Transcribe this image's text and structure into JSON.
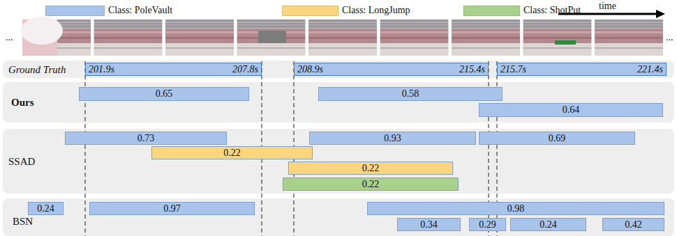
{
  "diagram": {
    "nodes": [
      {
        "text": [
          "Ground Truth"
        ]
      },
      {
        "text": [
          "201.9s",
          "207.8s"
        ],
        "in": 0
      },
      {
        "text": [
          "208.9s",
          "215.4s"
        ],
        "in": 0
      },
      {
        "text": [
          "215.7s",
          "221.4s"
        ],
        "in": 0
      },
      {
        "text": [
          "Ours"
        ]
      },
      {
        "text": [
          "0.65"
        ],
        "in": 4
      },
      {
        "text": [
          "0.58"
        ],
        "in": 4
      },
      {
        "text": [
          "0.64"
        ],
        "in": 4
      },
      {
        "text": [
          "SSAD"
        ]
      },
      {
        "text": [
          "0.73"
        ],
        "in": 8
      },
      {
        "text": [
          "0.93"
        ],
        "in": 8
      },
      {
        "text": [
          "0.69"
        ],
        "in": 8
      },
      {
        "text": [
          "0.22"
        ],
        "in": 8
      },
      {
        "text": [
          "0.22"
        ],
        "in": 8
      },
      {
        "text": [
          "0.22"
        ],
        "in": 8
      },
      {
        "text": [
          "BSN"
        ]
      },
      {
        "text": [
          "0.24"
        ],
        "in": 15
      },
      {
        "text": [
          "0.97"
        ],
        "in": 15
      },
      {
        "text": [
          "0.98"
        ],
        "in": 15
      },
      {
        "text": [
          "0.34"
        ],
        "in": 15
      },
      {
        "text": [
          "0.29"
        ],
        "in": 15
      },
      {
        "text": [
          "0.24"
        ],
        "in": 15
      },
      {
        "text": [
          "0.42"
        ],
        "in": 15
      }
    ],
    "labels": [
      "...",
      "...",
      "time"
    ],
    "legend": [
      {
        "text": "Class: PoleVault",
        "color": "#a9c4eb"
      },
      {
        "text": "Class: LongJump",
        "color": "#fcd581"
      },
      {
        "text": "Class: ShotPut",
        "color": "#a9d18e"
      }
    ]
  }
}
